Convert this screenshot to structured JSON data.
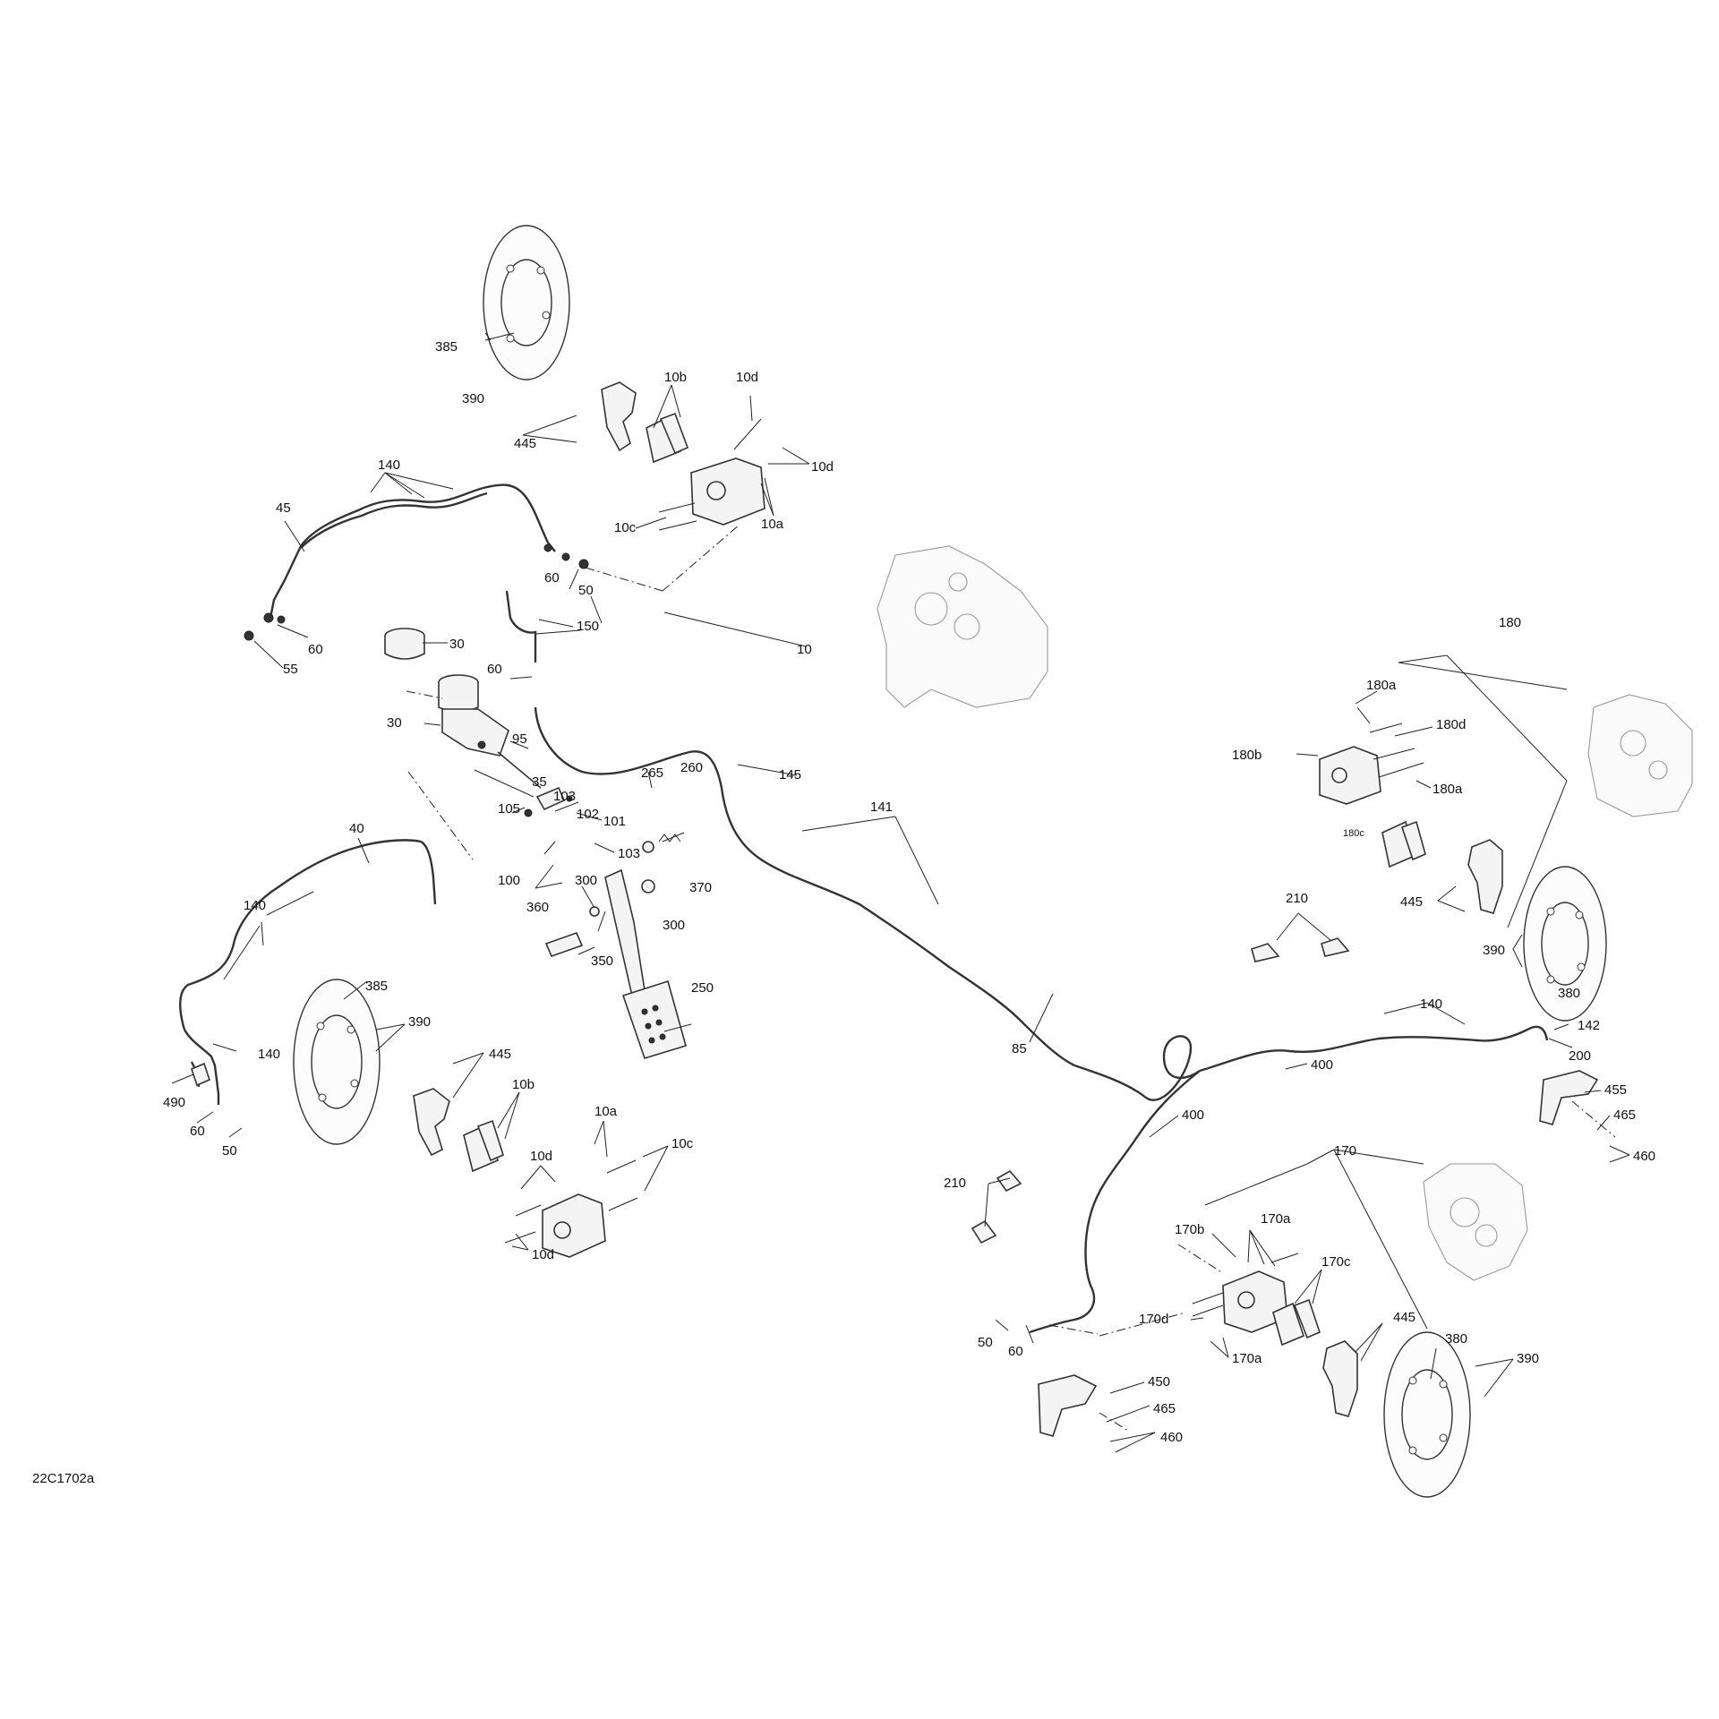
{
  "diagram_code": "22C1702a",
  "callouts": {
    "c385a": "385",
    "c390a": "390",
    "c445a": "445",
    "c10b_a": "10b",
    "c10d_a": "10d",
    "c10d_b": "10d",
    "c10c_a": "10c",
    "c10a_a": "10a",
    "c140a": "140",
    "c45": "45",
    "c60a": "60",
    "c50a": "50",
    "c60b": "60",
    "c55": "55",
    "c30a": "30",
    "c30b": "30",
    "c150": "150",
    "c60c": "60",
    "c95": "95",
    "c10": "10",
    "c35": "35",
    "c103a": "103",
    "c102": "102",
    "c101": "101",
    "c105": "105",
    "c100": "100",
    "c103b": "103",
    "c265": "265",
    "c260": "260",
    "c145": "145",
    "c141": "141",
    "c370": "370",
    "c300a": "300",
    "c300b": "300",
    "c360": "360",
    "c350": "350",
    "c250": "250",
    "c40": "40",
    "c140b": "140",
    "c140c": "140",
    "c385b": "385",
    "c390b": "390",
    "c445b": "445",
    "c490": "490",
    "c60d": "60",
    "c50b": "50",
    "c10b_b": "10b",
    "c10a_b": "10a",
    "c10c_b": "10c",
    "c10d_c": "10d",
    "c10d_d": "10d",
    "c180": "180",
    "c180a_a": "180a",
    "c180d": "180d",
    "c180b": "180b",
    "c180a_b": "180a",
    "c180c": "180c",
    "c210a": "210",
    "c445c": "445",
    "c390c": "390",
    "c380a": "380",
    "c140d": "140",
    "c142": "142",
    "c200": "200",
    "c85": "85",
    "c400a": "400",
    "c400b": "400",
    "c455": "455",
    "c465a": "465",
    "c460a": "460",
    "c210b": "210",
    "c170": "170",
    "c170b": "170b",
    "c170a_a": "170a",
    "c170c": "170c",
    "c170d": "170d",
    "c170a_b": "170a",
    "c445d": "445",
    "c380b": "380",
    "c390d": "390",
    "c50c": "50",
    "c60e": "60",
    "c450": "450",
    "c465b": "465",
    "c460b": "460"
  }
}
